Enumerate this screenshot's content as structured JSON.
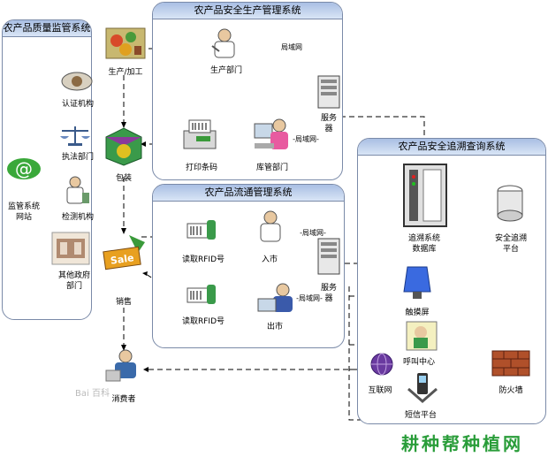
{
  "panels": {
    "supervision": "农产品质量监管系统",
    "production": "农产品安全生产管理系统",
    "circulation": "农产品流通管理系统",
    "traceability": "农产品安全追溯查询系统"
  },
  "supervision_items": {
    "certification": "认证机构",
    "enforcement": "执法部门",
    "testing": "检测机构",
    "other_gov_line1": "其他政府",
    "other_gov_line2": "部门",
    "site_line1": "监管系统",
    "site_line2": "网站"
  },
  "flow_nodes": {
    "production_processing": "生产/加工",
    "packaging": "包装",
    "sales": "销售",
    "consumer": "消费者"
  },
  "production_system": {
    "production_dept": "生产部门",
    "lan_top": "局域网",
    "server_line1": "服务",
    "server_line2": "器",
    "lan_mid": "-局域网-",
    "print_barcode": "打印条码",
    "warehouse": "库管部门"
  },
  "circulation_system": {
    "read_rfid_in": "读取RFID号",
    "market_in": "入市",
    "lan_in": "-局域网-",
    "server_line1": "服务",
    "server_line2": "器",
    "lan_out": "-局域网-",
    "read_rfid_out": "读取RFID号",
    "market_out": "出市"
  },
  "traceability_system": {
    "db_line1": "追溯系统",
    "db_line2": "数据库",
    "platform_line1": "安全追溯",
    "platform_line2": "平台",
    "touchscreen": "触摸屏",
    "call_center": "呼叫中心",
    "internet": "互联网",
    "sms": "短信平台",
    "firewall": "防火墙"
  },
  "sale_sign": "Sale",
  "watermark": "Bai 百科",
  "brand": "耕种帮种植网",
  "colors": {
    "title_bar": "#a9bfe3",
    "border": "#7a8aa8",
    "brand": "#2a9d3a"
  }
}
